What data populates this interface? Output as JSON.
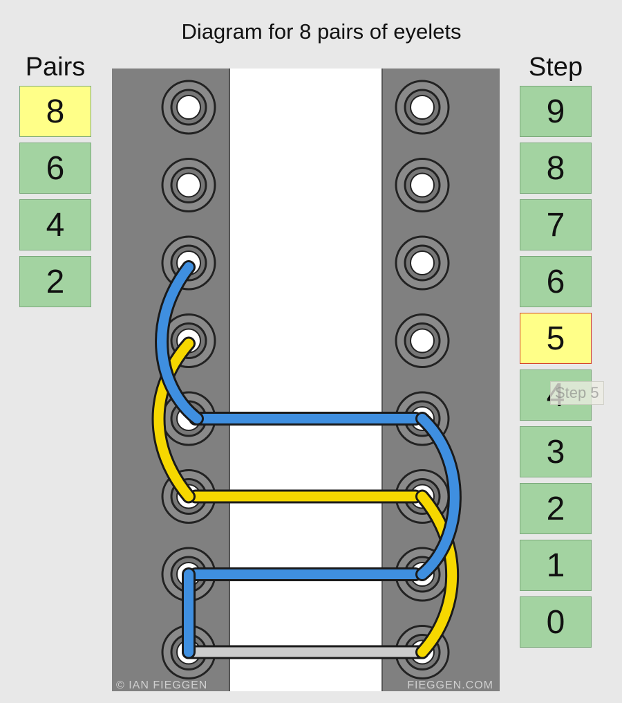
{
  "title": "Diagram for 8 pairs of eyelets",
  "pairs": {
    "label": "Pairs",
    "options": [
      "8",
      "6",
      "4",
      "2"
    ],
    "selected": "8"
  },
  "steps": {
    "label": "Step",
    "options": [
      "9",
      "8",
      "7",
      "6",
      "5",
      "4",
      "3",
      "2",
      "1",
      "0"
    ],
    "selected": "5"
  },
  "tooltip": "Step 5",
  "credits": {
    "left": "© IAN FIEGGEN",
    "right": "FIEGGEN.COM"
  },
  "colors": {
    "background": "#e8e8e8",
    "panel": "#808080",
    "gap": "#ffffff",
    "button": "#a3d3a1",
    "selected": "#ffff88",
    "current_border": "#d23c2a",
    "lace_blue": "#3f8fe0",
    "lace_yellow": "#f6d800",
    "lace_gray": "#cccccc"
  },
  "diagram": {
    "eyelet_pairs": 8,
    "visible_step": 5
  }
}
